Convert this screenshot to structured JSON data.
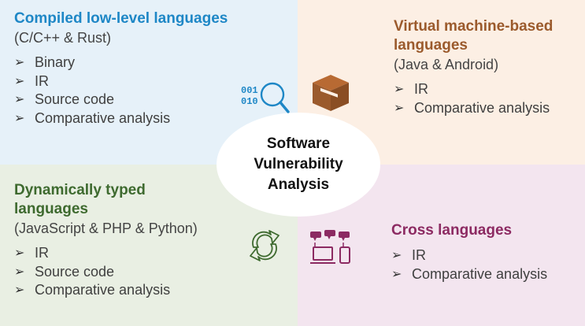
{
  "center": {
    "label": "Software\nVulnerability\nAnalysis"
  },
  "quadrants": {
    "top_left": {
      "title": "Compiled low-level languages",
      "subtitle": "(C/C++ & Rust)",
      "items": [
        "Binary",
        "IR",
        "Source code",
        "Comparative analysis"
      ],
      "color": "#1e87c6",
      "icon": "binary-search-icon"
    },
    "top_right": {
      "title_line1": "Virtual machine-based",
      "title_line2": "languages",
      "subtitle": "(Java & Android)",
      "items": [
        "IR",
        "Comparative analysis"
      ],
      "color": "#9b5a2c",
      "icon": "box-icon"
    },
    "bottom_left": {
      "title_line1": "Dynamically typed",
      "title_line2": "languages",
      "subtitle": "(JavaScript & PHP & Python)",
      "items": [
        "IR",
        "Source code",
        "Comparative analysis"
      ],
      "color": "#3e6a2f",
      "icon": "refresh-arrows-icon"
    },
    "bottom_right": {
      "title": "Cross languages",
      "items": [
        "IR",
        "Comparative analysis"
      ],
      "color": "#8c2a62",
      "icon": "devices-chat-icon"
    }
  },
  "bullet_glyph": "➢"
}
